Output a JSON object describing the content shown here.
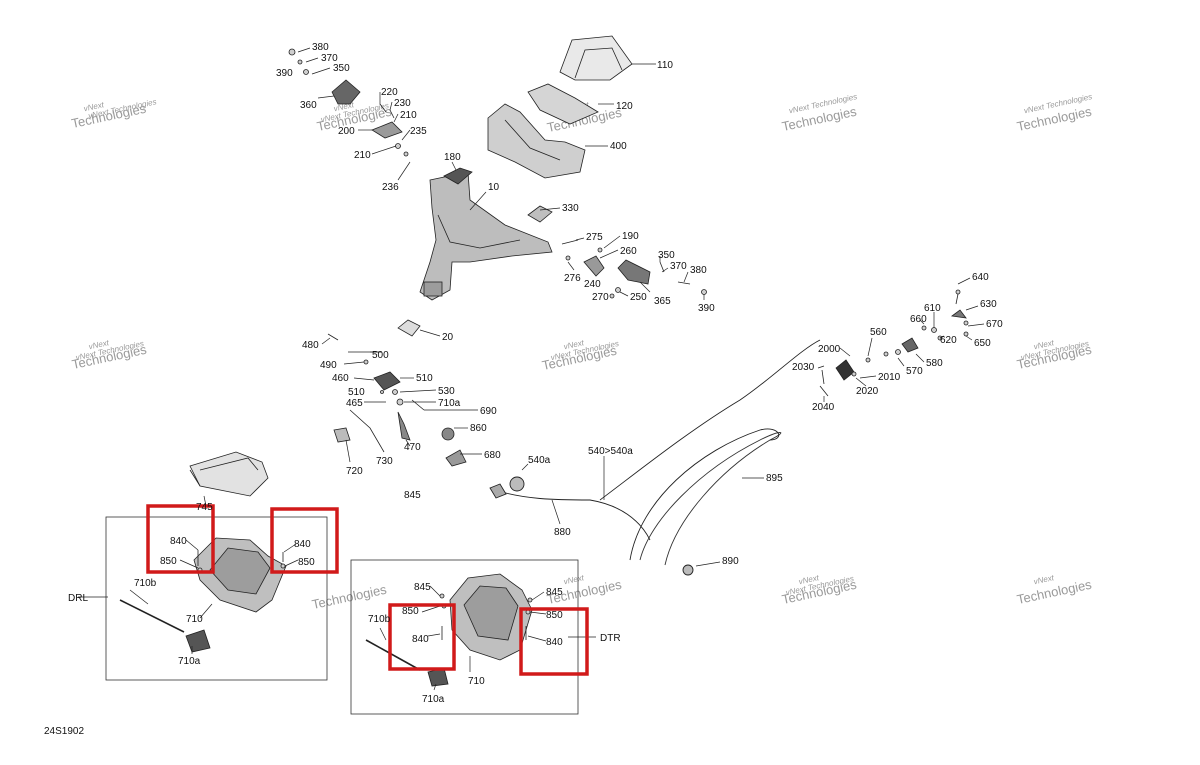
{
  "diagram_id": "24S1902",
  "watermark": {
    "line1": "vNext",
    "line2": "Technologies",
    "line3": "vNext Technologies"
  },
  "highlight_color": "#d11a1a",
  "callouts": {
    "c110": "110",
    "c120": "120",
    "c400": "400",
    "c10": "10",
    "c180": "180",
    "c330": "330",
    "c380a": "380",
    "c370a": "370",
    "c350a": "350",
    "c390a": "390",
    "c360": "360",
    "c220": "220",
    "c230": "230",
    "c210a": "210",
    "c200": "200",
    "c235": "235",
    "c210b": "210",
    "c236": "236",
    "c275": "275",
    "c190": "190",
    "c260": "260",
    "c276": "276",
    "c240": "240",
    "c270": "270",
    "c250": "250",
    "c365": "365",
    "c350b": "350",
    "c370b": "370",
    "c380b": "380",
    "c390b": "390",
    "c20": "20",
    "c480": "480",
    "c500": "500",
    "c490": "490",
    "c460": "460",
    "c510a": "510",
    "c510b": "510",
    "c530": "530",
    "c465": "465",
    "c710a1": "710a",
    "c690": "690",
    "c860": "860",
    "c720": "720",
    "c730": "730",
    "c470": "470",
    "c680": "680",
    "c540a": "540a",
    "c540": "540>540a",
    "c845a": "845",
    "c880": "880",
    "c895": "895",
    "c890": "890",
    "c640": "640",
    "c630": "630",
    "c610": "610",
    "c660": "660",
    "c670": "670",
    "c560": "560",
    "c620": "620",
    "c650": "650",
    "c2000": "2000",
    "c580": "580",
    "c2030": "2030",
    "c570": "570",
    "c2010": "2010",
    "c2020": "2020",
    "c2040": "2040",
    "c745": "745",
    "c840a": "840",
    "c850a": "850",
    "c840b": "840",
    "c850b": "850",
    "c710b1": "710b",
    "c710_1": "710",
    "c710a2": "710a",
    "cdrl": "DRL",
    "c845b": "845",
    "c845c": "845",
    "c850c": "850",
    "c850d": "850",
    "c710b2": "710b",
    "c840c": "840",
    "c840d": "840",
    "cdtr": "DTR",
    "c710_2": "710",
    "c710a3": "710a"
  }
}
